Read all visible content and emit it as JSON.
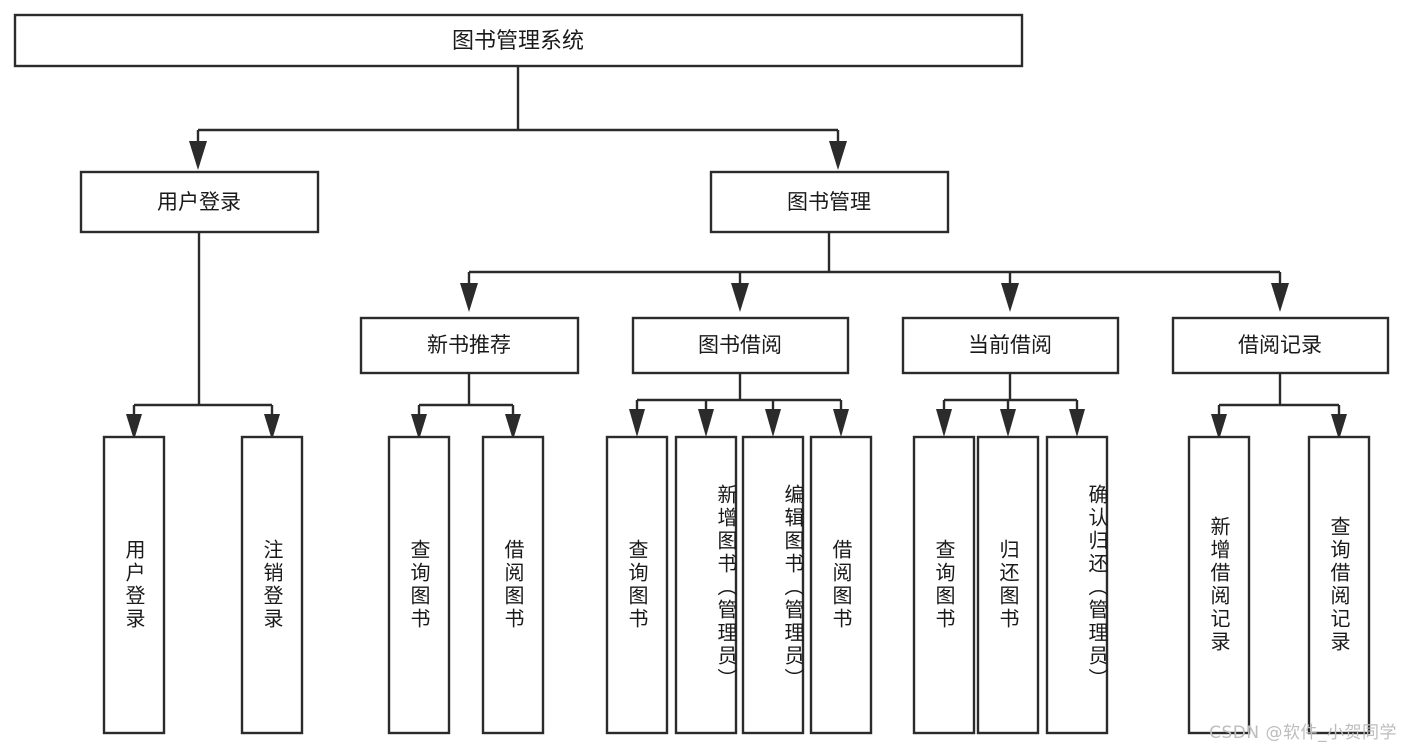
{
  "diagram": {
    "title": "图书管理系统",
    "type": "tree-hierarchy",
    "root": {
      "id": "root",
      "label": "图书管理系统"
    },
    "level2": [
      {
        "id": "user-login",
        "label": "用户登录"
      },
      {
        "id": "book-manage",
        "label": "图书管理"
      }
    ],
    "level3": [
      {
        "id": "new-book-recommend",
        "label": "新书推荐",
        "parent": "book-manage"
      },
      {
        "id": "book-borrow",
        "label": "图书借阅",
        "parent": "book-manage"
      },
      {
        "id": "current-borrow",
        "label": "当前借阅",
        "parent": "book-manage"
      },
      {
        "id": "borrow-record",
        "label": "借阅记录",
        "parent": "book-manage"
      }
    ],
    "leaves": [
      {
        "id": "leaf-user-login",
        "label": "用户登录",
        "parent": "user-login"
      },
      {
        "id": "leaf-logout",
        "label": "注销登录",
        "parent": "user-login"
      },
      {
        "id": "leaf-query-book-1",
        "label": "查询图书",
        "parent": "new-book-recommend"
      },
      {
        "id": "leaf-borrow-book-1",
        "label": "借阅图书",
        "parent": "new-book-recommend"
      },
      {
        "id": "leaf-query-book-2",
        "label": "查询图书",
        "parent": "book-borrow"
      },
      {
        "id": "leaf-add-book",
        "label": "新增图书（管理员）",
        "parent": "book-borrow"
      },
      {
        "id": "leaf-edit-book",
        "label": "编辑图书（管理员）",
        "parent": "book-borrow"
      },
      {
        "id": "leaf-borrow-book-2",
        "label": "借阅图书",
        "parent": "book-borrow"
      },
      {
        "id": "leaf-query-book-3",
        "label": "查询图书",
        "parent": "current-borrow"
      },
      {
        "id": "leaf-return-book",
        "label": "归还图书",
        "parent": "current-borrow"
      },
      {
        "id": "leaf-confirm-return",
        "label": "确认归还（管理员）",
        "parent": "current-borrow"
      },
      {
        "id": "leaf-add-record",
        "label": "新增借阅记录",
        "parent": "borrow-record"
      },
      {
        "id": "leaf-query-record",
        "label": "查询借阅记录",
        "parent": "borrow-record"
      }
    ],
    "colors": {
      "stroke": "#2b2b2b",
      "fill": "#ffffff",
      "text": "#1a1a1a",
      "background": "#ffffff",
      "watermark": "#bdbdbd"
    }
  },
  "watermark": {
    "text": "CSDN @软件_小贺同学"
  }
}
